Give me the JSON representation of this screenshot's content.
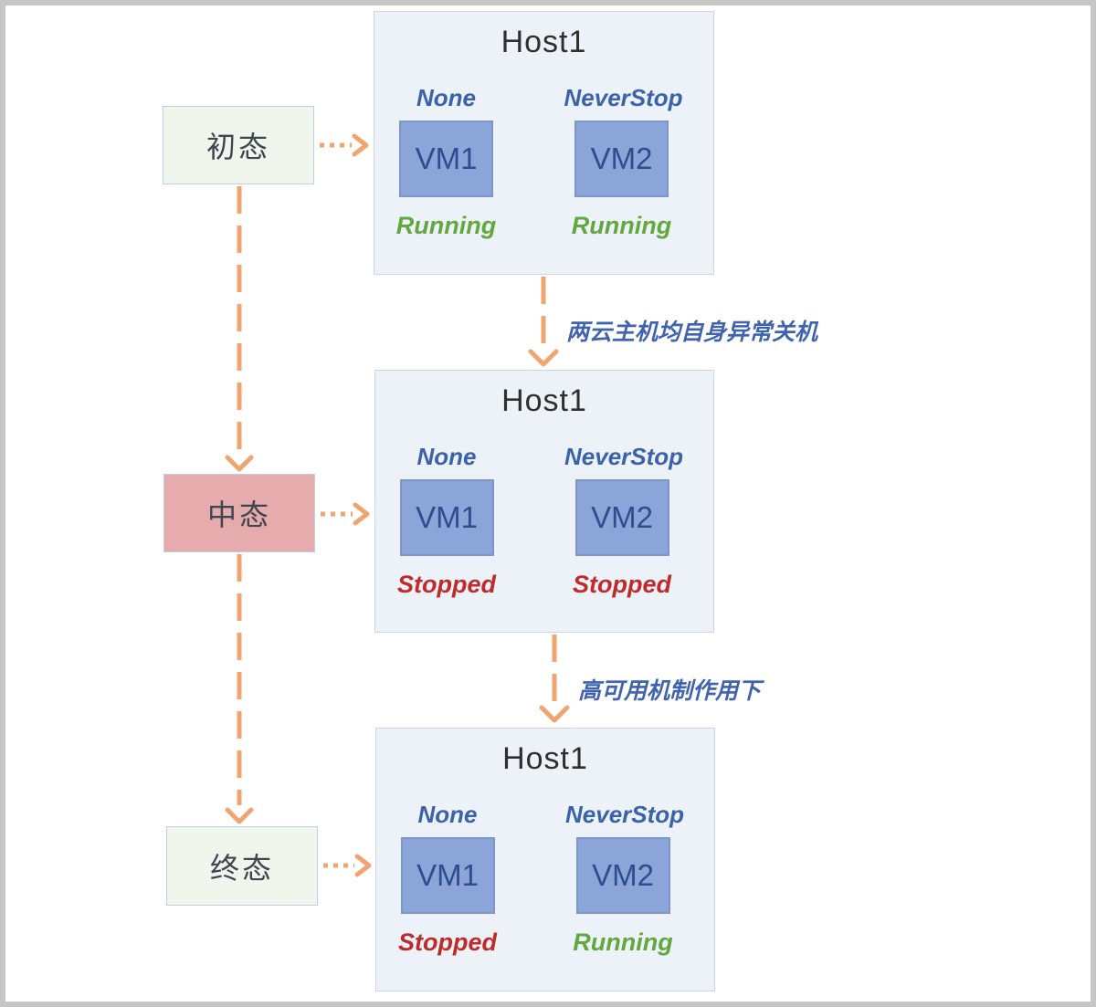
{
  "states": [
    {
      "label": "初态"
    },
    {
      "label": "中态"
    },
    {
      "label": "终态"
    }
  ],
  "hosts": [
    {
      "title": "Host1",
      "vms": [
        {
          "policy": "None",
          "name": "VM1",
          "status": "Running"
        },
        {
          "policy": "NeverStop",
          "name": "VM2",
          "status": "Running"
        }
      ]
    },
    {
      "title": "Host1",
      "vms": [
        {
          "policy": "None",
          "name": "VM1",
          "status": "Stopped"
        },
        {
          "policy": "NeverStop",
          "name": "VM2",
          "status": "Stopped"
        }
      ]
    },
    {
      "title": "Host1",
      "vms": [
        {
          "policy": "None",
          "name": "VM1",
          "status": "Stopped"
        },
        {
          "policy": "NeverStop",
          "name": "VM2",
          "status": "Running"
        }
      ]
    }
  ],
  "transitions": [
    {
      "label": "两云主机均自身异常关机"
    },
    {
      "label": "高可用机制作用下"
    }
  ],
  "colors": {
    "arrow": "#f0a571",
    "host_bg": "#edf1f8",
    "host_border": "#ccd6e8",
    "host_title": "#2f2f2f",
    "vm_bg": "#8ba5d9",
    "vm_border": "#7e95cb",
    "vm_text": "#2d4d8f",
    "policy_text": "#3b63ab",
    "running": "#61a83f",
    "stopped": "#bf2b2b",
    "caption_text": "#3f63ae",
    "state_green_bg": "#f0f6ec",
    "state_pink_bg": "#e6abac",
    "state_border": "#bfcfe3",
    "state_text": "#3f4551"
  }
}
